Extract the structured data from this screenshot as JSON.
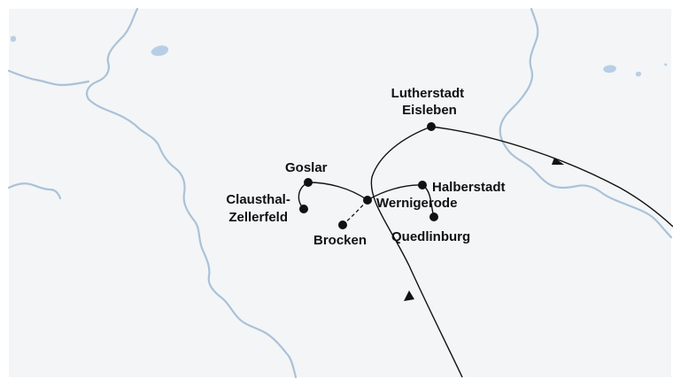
{
  "map": {
    "colors": {
      "land": "#f4f5f6",
      "border": "#a9c2d9",
      "lake": "#b7cfe6",
      "route": "#111111",
      "label": "#111111"
    },
    "places": {
      "eisleben": [
        "Lutherstadt",
        "Eisleben"
      ],
      "goslar": "Goslar",
      "clausthal": [
        "Clausthal-",
        "Zellerfeld"
      ],
      "wernigerode": "Wernigerode",
      "halberstadt": "Halberstadt",
      "brocken": "Brocken",
      "quedlinburg": "Quedlinburg"
    }
  }
}
